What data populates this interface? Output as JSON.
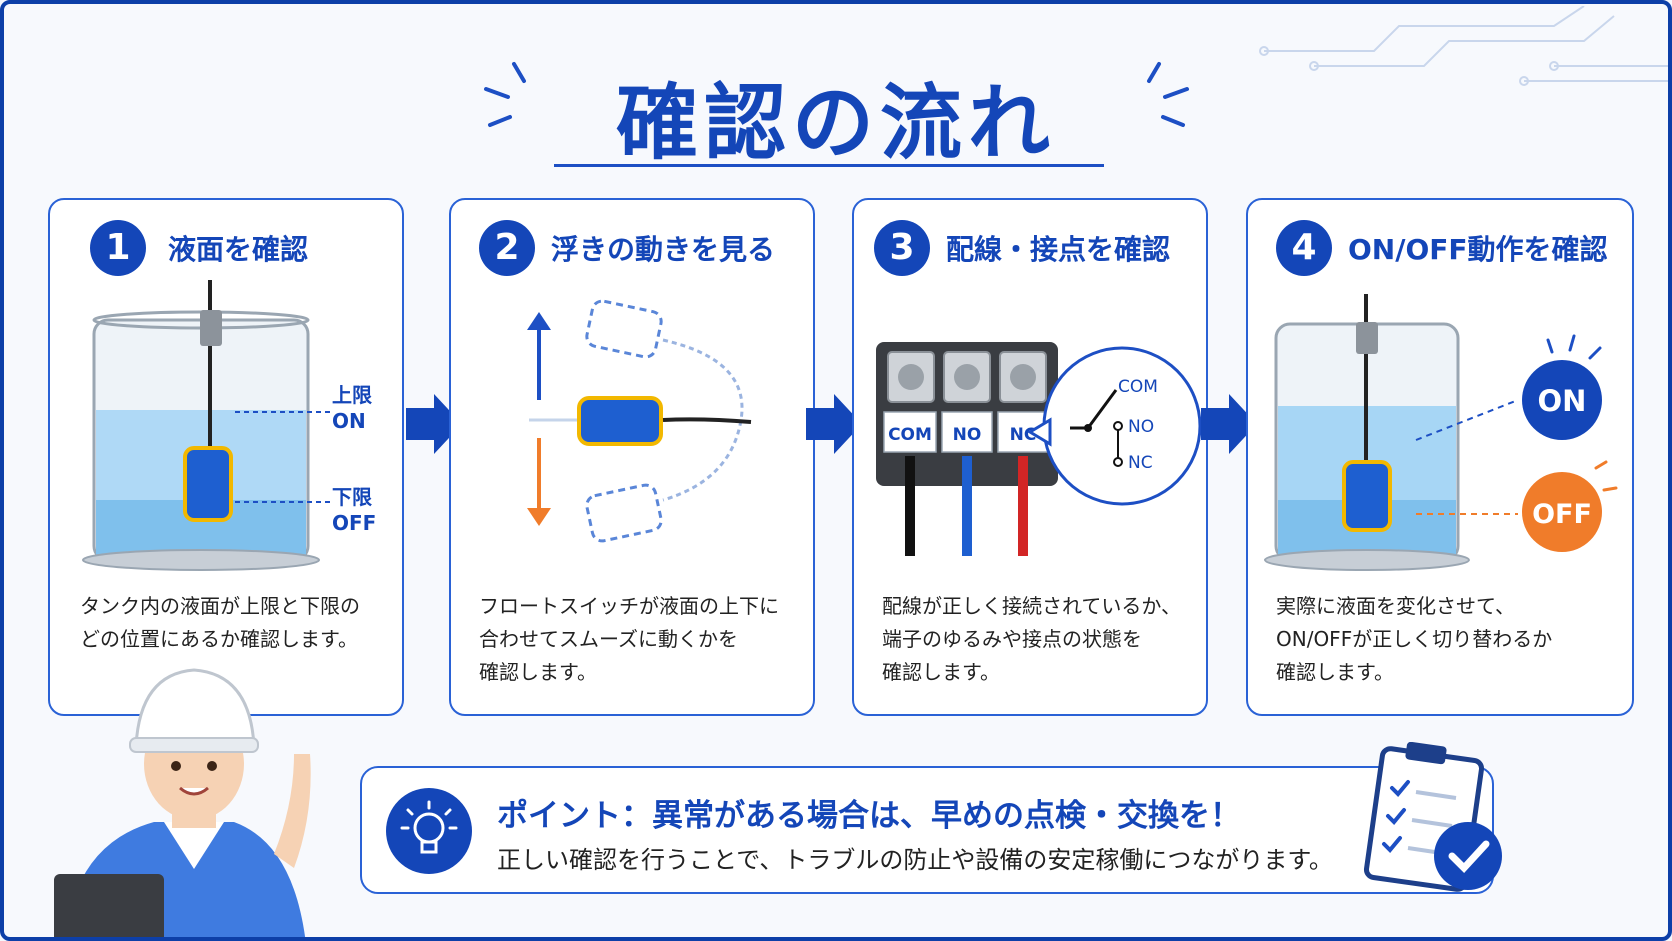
{
  "title": "確認の流れ",
  "steps": [
    {
      "number": "1",
      "title": "液面を確認",
      "labels": {
        "upper": "上限",
        "upper_state": "ON",
        "lower": "下限",
        "lower_state": "OFF"
      },
      "description": [
        "タンク内の液面が上限と下限の",
        "どの位置にあるか確認します。"
      ]
    },
    {
      "number": "2",
      "title": "浮きの動きを見る",
      "description": [
        "フロートスイッチが液面の上下に",
        "合わせてスムーズに動くかを",
        "確認します。"
      ]
    },
    {
      "number": "3",
      "title": "配線・接点を確認",
      "terminals": [
        "COM",
        "NO",
        "NC"
      ],
      "contact_labels": [
        "COM",
        "NO",
        "NC"
      ],
      "description": [
        "配線が正しく接続されているか、",
        "端子のゆるみや接点の状態を",
        "確認します。"
      ]
    },
    {
      "number": "4",
      "title": "ON/OFF動作を確認",
      "states": {
        "on": "ON",
        "off": "OFF"
      },
      "description": [
        "実際に液面を変化させて、",
        "ON/OFFが正しく切り替わるか",
        "確認します。"
      ]
    }
  ],
  "tip": {
    "heading": "ポイント：異常がある場合は、早めの点検・交換を！",
    "body": "正しい確認を行うことで、トラブルの防止や設備の安定稼働につながります。"
  },
  "colors": {
    "primary": "#1446b8",
    "border": "#2a62d6",
    "water": "#8ec8ef",
    "off": "#f07c2a",
    "float": "#1e5fd0",
    "float_trim": "#f2b800"
  },
  "icons": [
    "lightbulb-icon",
    "clipboard-icon",
    "checkmark-icon",
    "worker-illustration",
    "circuit-decoration"
  ]
}
